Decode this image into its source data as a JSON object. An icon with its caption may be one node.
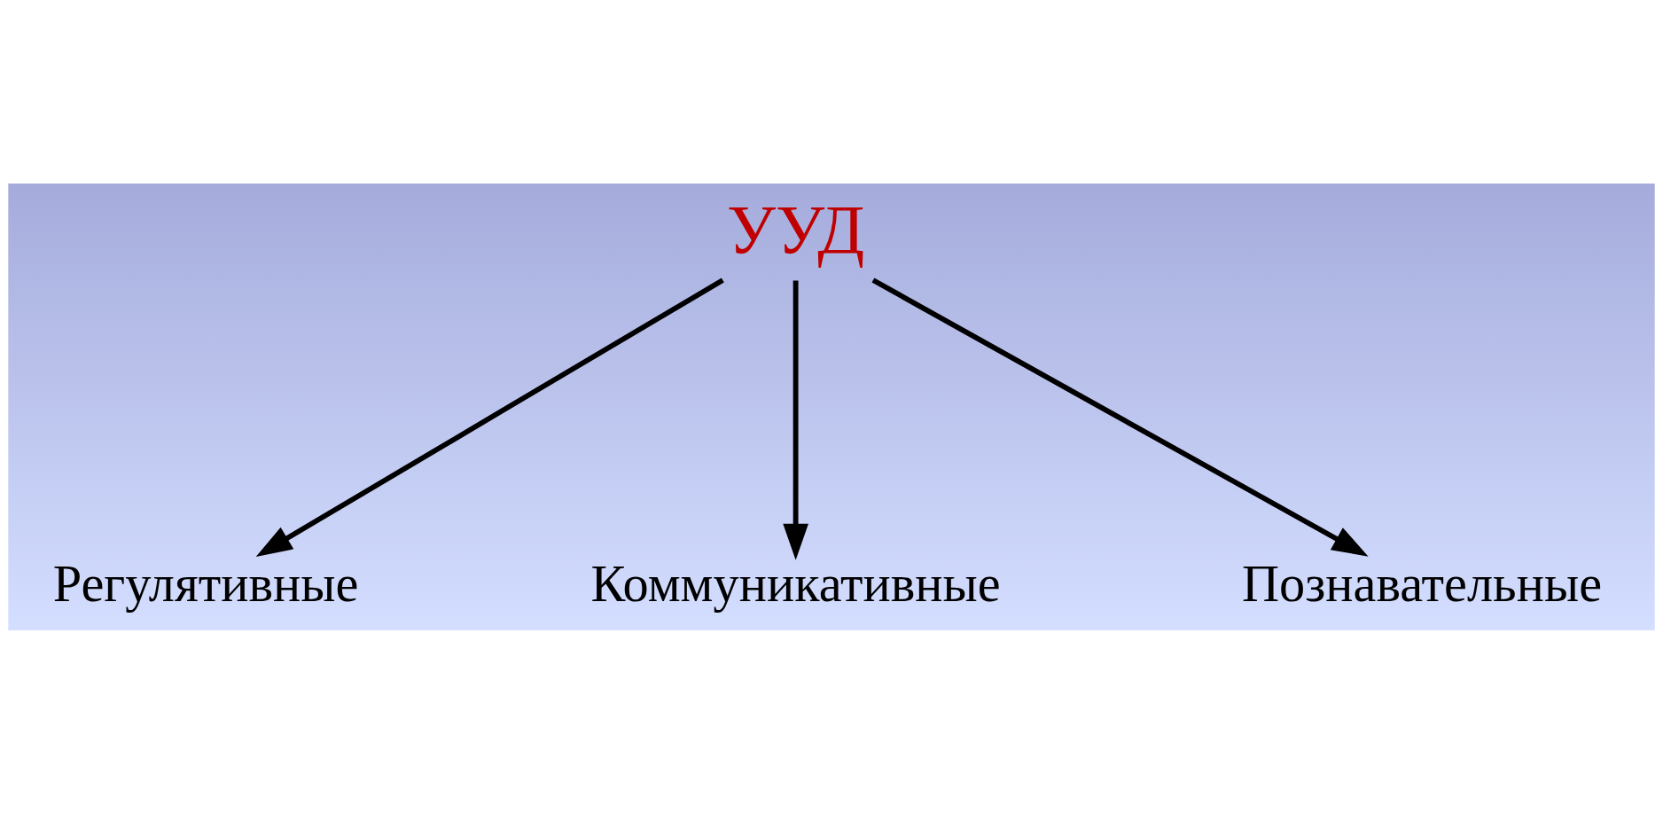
{
  "diagram": {
    "nodes": [
      {
        "text": [
          "УУД"
        ]
      },
      {
        "text": [
          "Регулятивные"
        ]
      },
      {
        "text": [
          "Коммуникативные"
        ]
      },
      {
        "text": [
          "Познавательные"
        ]
      }
    ],
    "edges": [
      {
        "from": 0,
        "to": 1,
        "arrow": "to"
      },
      {
        "from": 0,
        "to": 2,
        "arrow": "to"
      },
      {
        "from": 0,
        "to": 3,
        "arrow": "to"
      }
    ]
  }
}
